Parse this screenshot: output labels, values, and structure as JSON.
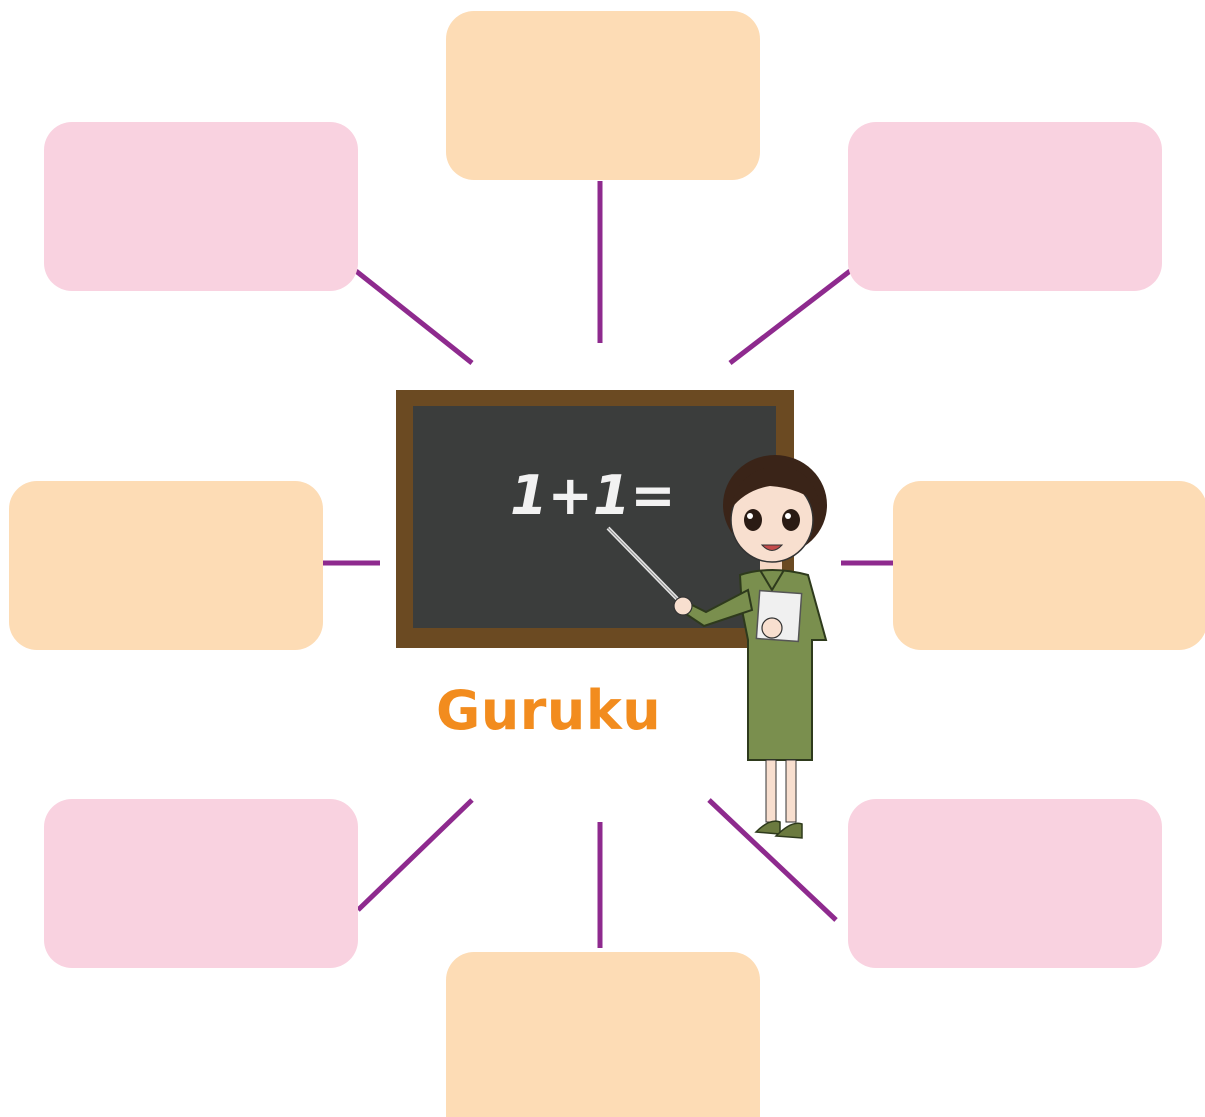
{
  "title": "Guruku",
  "blackboard": {
    "text": "1+1="
  },
  "colors": {
    "peach": "#FDDCB5",
    "pink": "#F9D2E0",
    "connector": "#8E2A8E",
    "label": "#F28C1E",
    "board_frame": "#6B4A22",
    "board_surface": "#3B3D3C",
    "chalk": "#F2F2F2",
    "dress": "#7A8F4E"
  },
  "boxes": [
    {
      "id": "top",
      "color": "peach"
    },
    {
      "id": "top-left",
      "color": "pink"
    },
    {
      "id": "top-right",
      "color": "pink"
    },
    {
      "id": "middle-left",
      "color": "peach"
    },
    {
      "id": "middle-right",
      "color": "peach"
    },
    {
      "id": "bottom-left",
      "color": "pink"
    },
    {
      "id": "bottom-right",
      "color": "pink"
    },
    {
      "id": "bottom",
      "color": "peach"
    }
  ]
}
